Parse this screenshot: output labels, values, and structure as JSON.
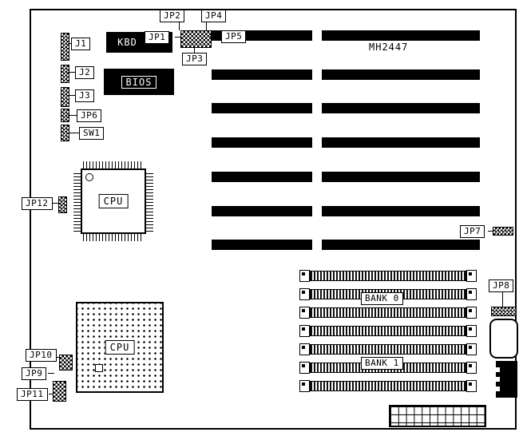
{
  "board": {
    "model": "MH2447",
    "chips": {
      "kbd": "KBD",
      "bios": "BIOS",
      "cpu_qfp": "CPU",
      "cpu_pga": "CPU"
    },
    "memory": {
      "bank0": "BANK 0",
      "bank1": "BANK 1"
    },
    "connectors": {
      "j1": "J1",
      "j2": "J2",
      "j3": "J3",
      "sw1": "SW1",
      "jp1": "JP1",
      "jp2": "JP2",
      "jp3": "JP3",
      "jp4": "JP4",
      "jp5": "JP5",
      "jp6": "JP6",
      "jp7": "JP7",
      "jp8": "JP8",
      "jp9": "JP9",
      "jp10": "JP10",
      "jp11": "JP11",
      "jp12": "JP12"
    },
    "colors": {
      "ink": "#000000",
      "paper": "#ffffff"
    }
  }
}
